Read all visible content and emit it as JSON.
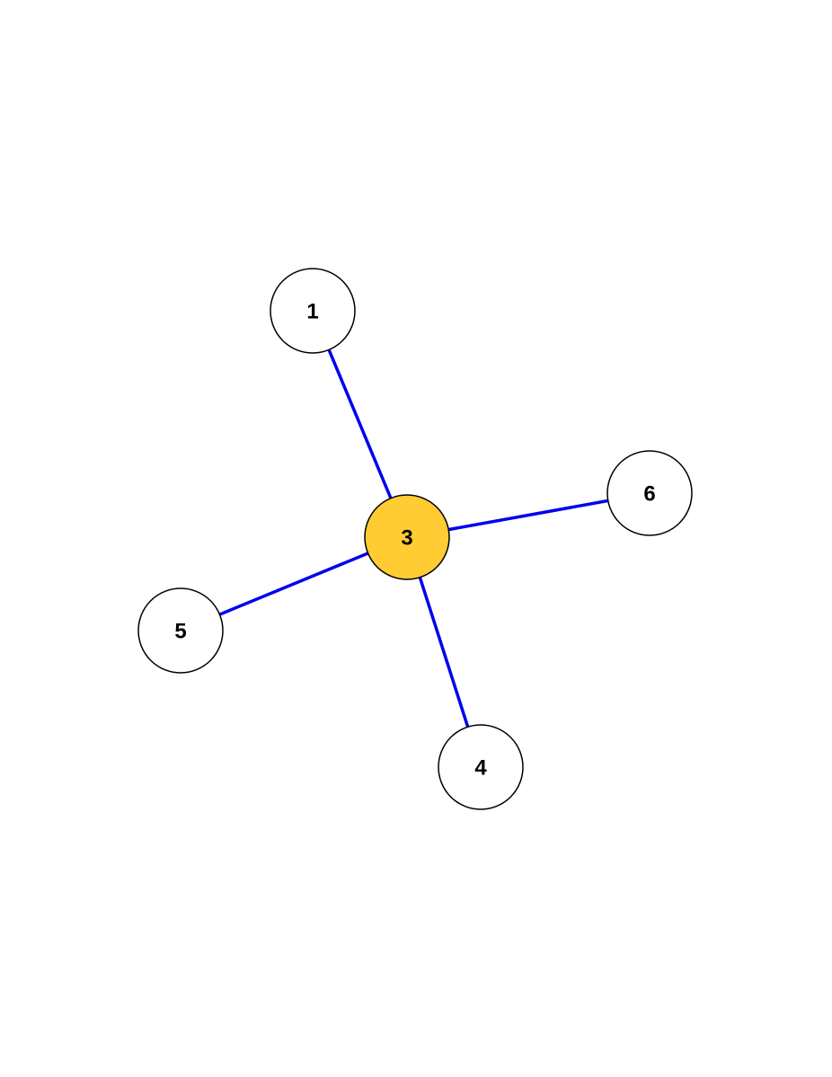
{
  "graph": {
    "edge_color": "#0000ee",
    "node_fill": "#ffffff",
    "highlight_fill": "#ffcc33",
    "stroke_color": "#000000",
    "text_color": "#000000",
    "nodes": [
      {
        "id": "1",
        "label": "1",
        "highlighted": false
      },
      {
        "id": "3",
        "label": "3",
        "highlighted": true
      },
      {
        "id": "4",
        "label": "4",
        "highlighted": false
      },
      {
        "id": "5",
        "label": "5",
        "highlighted": false
      },
      {
        "id": "6",
        "label": "6",
        "highlighted": false
      }
    ],
    "edges": [
      {
        "source": "3",
        "target": "1"
      },
      {
        "source": "3",
        "target": "6"
      },
      {
        "source": "3",
        "target": "5"
      },
      {
        "source": "3",
        "target": "4"
      }
    ]
  }
}
